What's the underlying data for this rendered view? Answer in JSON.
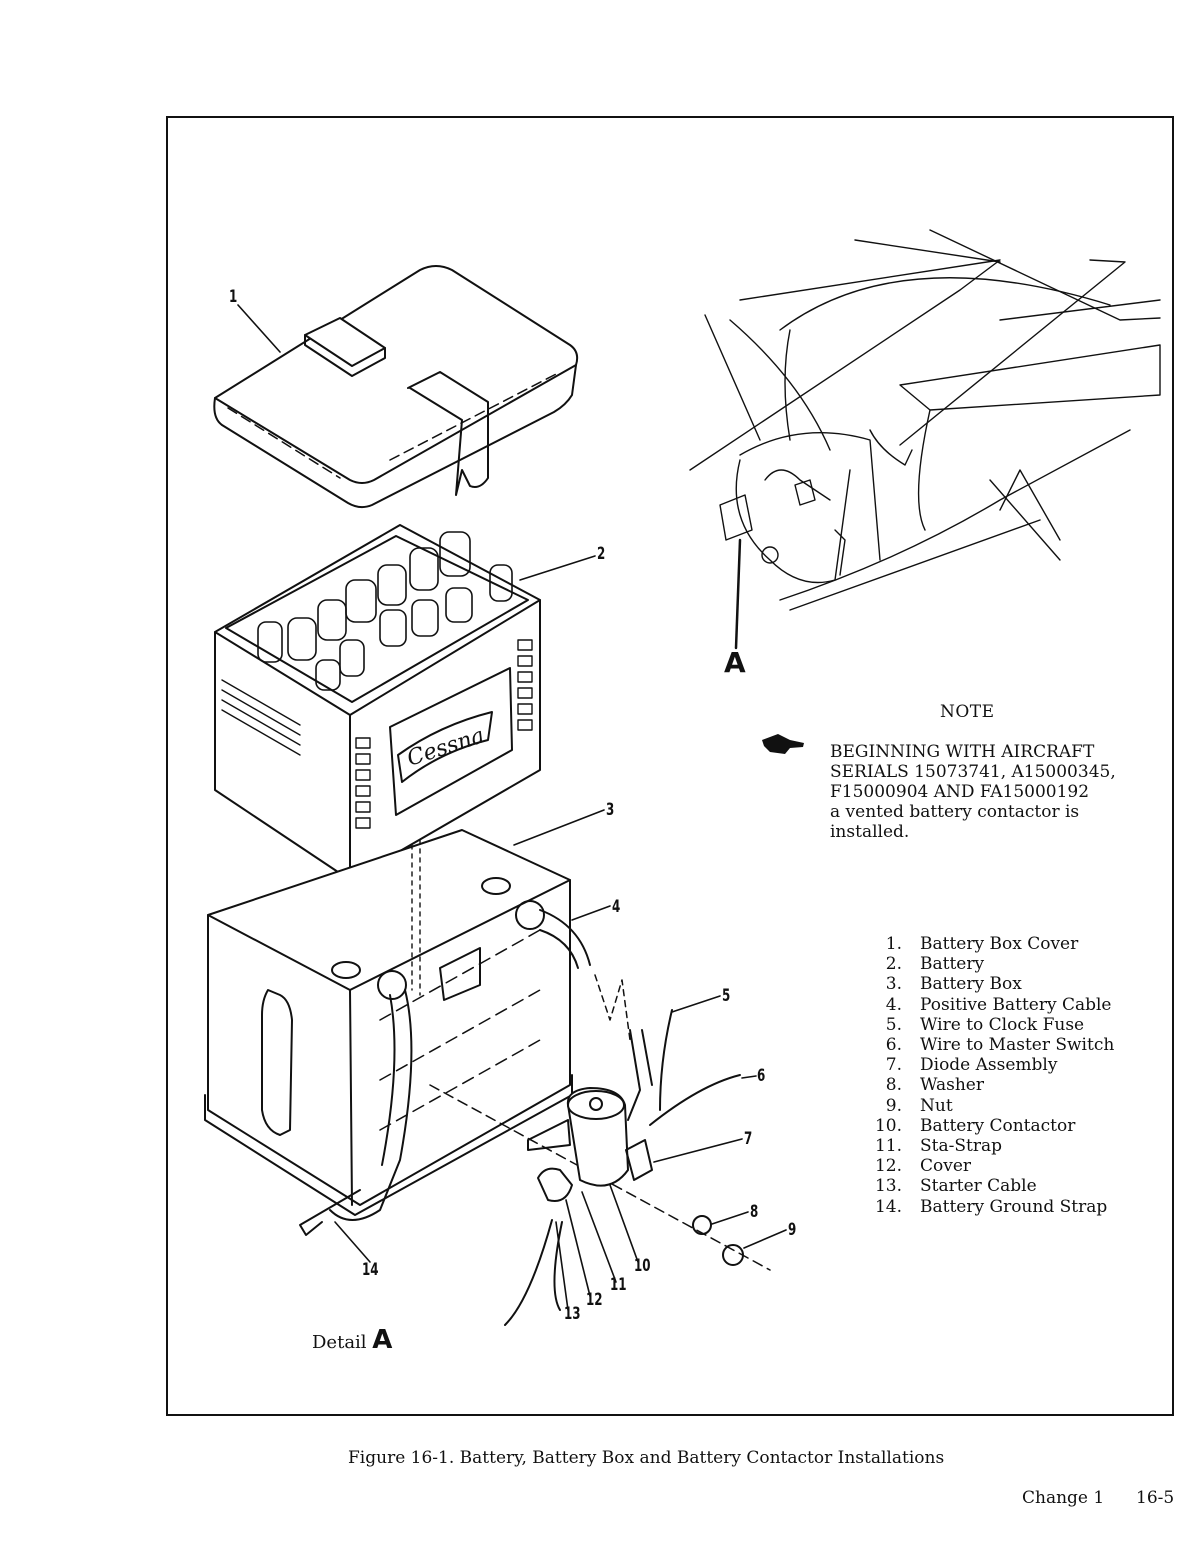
{
  "detail_labels": {
    "view_letter": "A",
    "detail_word": "Detail",
    "detail_letter": "A"
  },
  "callouts": [
    "1",
    "2",
    "3",
    "4",
    "5",
    "6",
    "7",
    "8",
    "9",
    "10",
    "11",
    "12",
    "13",
    "14"
  ],
  "note": {
    "title": "NOTE",
    "icon": "pointing-hand-icon",
    "body": "BEGINNING WITH AIRCRAFT\nSERIALS 15073741, A15000345,\nF15000904 AND FA15000192\na vented battery contactor is\ninstalled."
  },
  "parts": [
    {
      "num": "1.",
      "name": "Battery Box Cover"
    },
    {
      "num": "2.",
      "name": "Battery"
    },
    {
      "num": "3.",
      "name": "Battery Box"
    },
    {
      "num": "4.",
      "name": "Positive Battery Cable"
    },
    {
      "num": "5.",
      "name": "Wire to Clock Fuse"
    },
    {
      "num": "6.",
      "name": "Wire to Master Switch"
    },
    {
      "num": "7.",
      "name": "Diode Assembly"
    },
    {
      "num": "8.",
      "name": "Washer"
    },
    {
      "num": "9.",
      "name": "Nut"
    },
    {
      "num": "10.",
      "name": "Battery Contactor"
    },
    {
      "num": "11.",
      "name": "Sta-Strap"
    },
    {
      "num": "12.",
      "name": "Cover"
    },
    {
      "num": "13.",
      "name": "Starter Cable"
    },
    {
      "num": "14.",
      "name": "Battery Ground Strap"
    }
  ],
  "battery_brand": "Cessna",
  "caption": "Figure 16-1.  Battery, Battery Box and Battery Contactor Installations",
  "footer": {
    "change": "Change 1",
    "page": "16-5"
  }
}
